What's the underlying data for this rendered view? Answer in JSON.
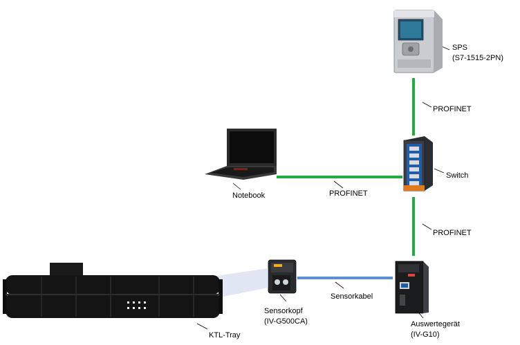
{
  "nodes": {
    "sps": {
      "label": "SPS",
      "model": "(S7-1515-2PN)",
      "icon": "plc-controller-icon"
    },
    "switch": {
      "label": "Switch",
      "icon": "network-switch-icon"
    },
    "notebook": {
      "label": "Notebook",
      "icon": "laptop-icon"
    },
    "auswertegeraet": {
      "label": "Auswertegerät",
      "model": "(IV-G10)",
      "icon": "controller-unit-icon"
    },
    "sensorkopf": {
      "label": "Sensorkopf",
      "model": "(IV-G500CA)",
      "icon": "camera-sensor-icon"
    },
    "tray": {
      "label": "KTL-Tray",
      "icon": "tray-icon"
    }
  },
  "connections": {
    "sps_switch": "PROFINET",
    "notebook_switch": "PROFINET",
    "switch_auswertegeraet": "PROFINET",
    "sensor_auswertegeraet": "Sensorkabel"
  },
  "colors": {
    "profinet": "#1fae3e",
    "sensorkabel": "#5b8ed6",
    "leader": "#000000"
  }
}
